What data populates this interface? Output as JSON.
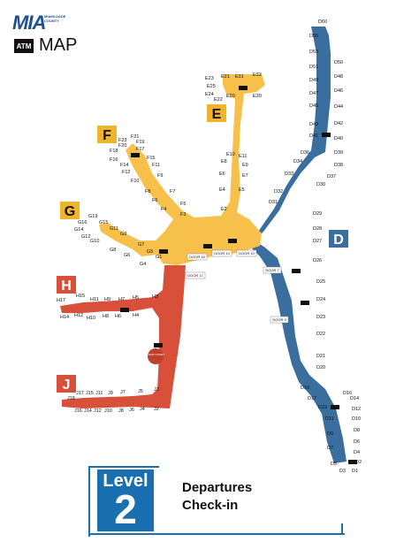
{
  "header": {
    "logo_text": "MIA",
    "logo_sub": "MIAMI-DADE COUNTY",
    "atm_label": "ATM",
    "title": "MAP"
  },
  "colors": {
    "blue": "#3a6e9e",
    "yellow": "#f7c04a",
    "red": "#d9503a",
    "badge_yellow": "#f0b32a",
    "badge_red": "#d9503a",
    "badge_blue": "#3a6e9e"
  },
  "concourses": {
    "D": "D",
    "E": "E",
    "F": "F",
    "G": "G",
    "H": "H",
    "J": "J"
  },
  "doors": {
    "door15": "DOOR 15",
    "door13": "DOOR 13",
    "door10": "DOOR 10",
    "door17": "DOOR 17",
    "door7": "DOOR 7",
    "door3": "DOOR 3"
  },
  "food_court": "FOOD COURT",
  "atm_marker": "ATM",
  "gates": {
    "D60": "D60",
    "D55": "D55",
    "D53": "D53",
    "D51": "D51",
    "D50": "D50",
    "D49": "D49",
    "D48": "D48",
    "D47": "D47",
    "D46": "D46",
    "D45": "D45",
    "D44": "D44",
    "D43": "D43",
    "D42": "D42",
    "D41": "D41",
    "D40": "D40",
    "D39": "D39",
    "D38": "D38",
    "D37": "D37",
    "D36": "D36",
    "D34": "D34",
    "D33": "D33",
    "D32": "D32",
    "D31": "D31",
    "D30": "D30",
    "D29": "D29",
    "D28": "D28",
    "D27": "D27",
    "D26": "D26",
    "D25": "D25",
    "D24": "D24",
    "D23": "D23",
    "D22": "D22",
    "D21": "D21",
    "D20": "D20",
    "D19": "D19",
    "D17": "D17",
    "D16": "D16",
    "D15": "D15",
    "D14": "D14",
    "D12": "D12",
    "D11": "D11",
    "D10": "D10",
    "D9": "D9",
    "D8": "D8",
    "D7": "D7",
    "D6": "D6",
    "D5": "D5",
    "D4": "D4",
    "D3": "D3",
    "D2": "D2",
    "D1": "D1",
    "E21": "E21",
    "E31": "E31",
    "E33": "E33",
    "E23": "E23",
    "E25": "E25",
    "E24": "E24",
    "E22": "E22",
    "E20": "E20",
    "E30": "E30",
    "E11": "E11",
    "E10": "E10",
    "E9": "E9",
    "E8": "E8",
    "E7": "E7",
    "E6": "E6",
    "E5": "E5",
    "E4": "E4",
    "E2": "E2",
    "F23": "F23",
    "F21": "F21",
    "F20": "F20",
    "F19": "F19",
    "F18": "F18",
    "F17": "F17",
    "F16": "F16",
    "F15": "F15",
    "F14": "F14",
    "F12": "F12",
    "F11": "F11",
    "F10": "F10",
    "F9": "F9",
    "F8": "F8",
    "F7": "F7",
    "F6": "F6",
    "F5": "F5",
    "F4": "F4",
    "F3": "F3",
    "G19": "G19",
    "G16": "G16",
    "G15": "G15",
    "G14": "G14",
    "G11": "G11",
    "G12": "G12",
    "G9": "G9",
    "G10": "G10",
    "G8": "G8",
    "G7": "G7",
    "G6": "G6",
    "G5": "G5",
    "G1": "G1",
    "G4": "G4",
    "H15": "H15",
    "H11": "H11",
    "H9": "H9",
    "H7": "H7",
    "H5": "H5",
    "H3": "H3",
    "H17": "H17",
    "H14": "H14",
    "H12": "H12",
    "H10": "H10",
    "H8": "H8",
    "H6": "H6",
    "H4": "H4",
    "J17": "J17",
    "J15": "J15",
    "J11": "J11",
    "J9": "J9",
    "J7": "J7",
    "J5": "J5",
    "J3": "J3",
    "J18": "J18",
    "J16": "J16",
    "J14": "J14",
    "J12": "J12",
    "J10": "J10",
    "J8": "J8",
    "J6": "J6",
    "J4": "J4",
    "J2": "J2"
  },
  "level": {
    "word": "Level",
    "number": "2",
    "line1": "Departures",
    "line2": "Check-in"
  }
}
